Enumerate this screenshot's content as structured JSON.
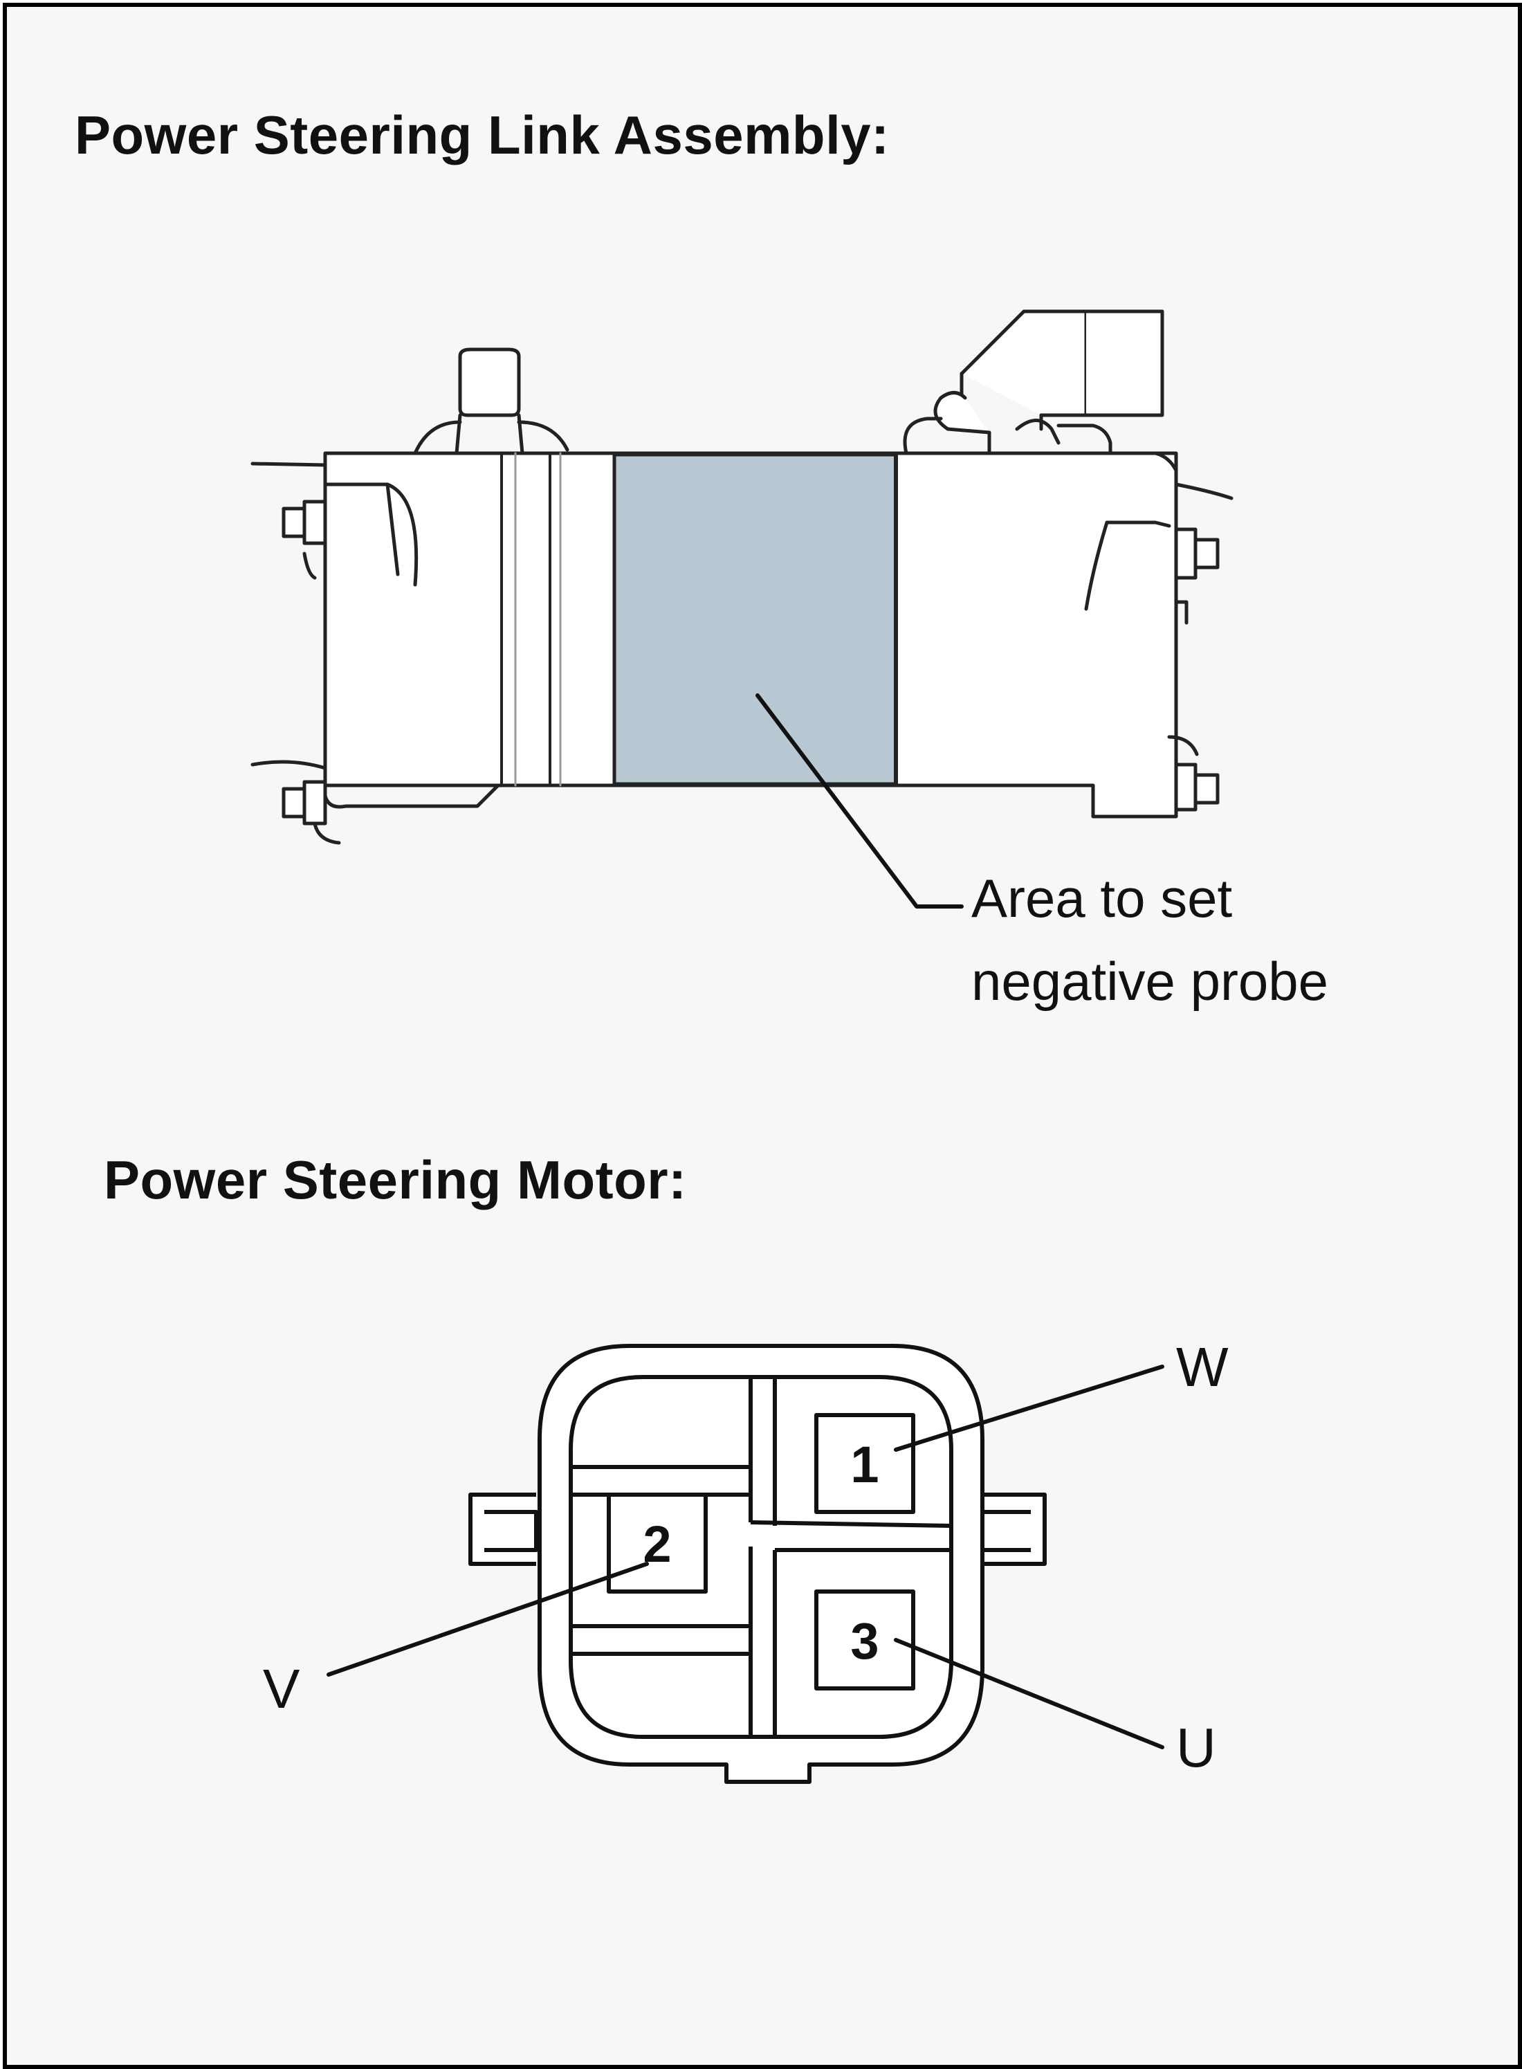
{
  "link_assembly": {
    "title": "Power Steering Link Assembly:",
    "probe_area_label_line1": "Area to set",
    "probe_area_label_line2": "negative probe",
    "probe_area_color": "#b8c8d2"
  },
  "motor": {
    "title": "Power Steering Motor:",
    "pins": [
      {
        "number": "1",
        "phase": "W"
      },
      {
        "number": "2",
        "phase": "V"
      },
      {
        "number": "3",
        "phase": "U"
      }
    ]
  }
}
